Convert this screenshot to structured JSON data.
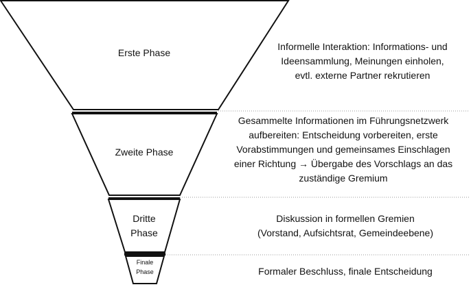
{
  "phases": [
    {
      "label_lines": [
        "Erste Phase"
      ],
      "description_lines": [
        "Informelle Interaktion: Informations- und",
        "Ideensammlung, Meinungen einholen,",
        "evtl. externe Partner rekrutieren"
      ]
    },
    {
      "label_lines": [
        "Zweite Phase"
      ],
      "description_lines": [
        "Gesammelte Informationen im Führungsnetzwerk",
        "aufbereiten: Entscheidung vorbereiten, erste",
        "Vorabstimmungen und gemeinsames Einschlagen",
        "einer Richtung → Übergabe des Vorschlags an das",
        "zuständige Gremium"
      ]
    },
    {
      "label_lines": [
        "Dritte",
        "Phase"
      ],
      "description_lines": [
        "Diskussion in formellen Gremien",
        "(Vorstand, Aufsichtsrat, Gemeindeebene)"
      ]
    },
    {
      "label_lines": [
        "Finale",
        "Phase"
      ],
      "description_lines": [
        "Formaler Beschluss, finale Entscheidung"
      ]
    }
  ],
  "colors": {
    "outline": "#111111",
    "divider_dotted": "#999999",
    "text": "#111111"
  }
}
